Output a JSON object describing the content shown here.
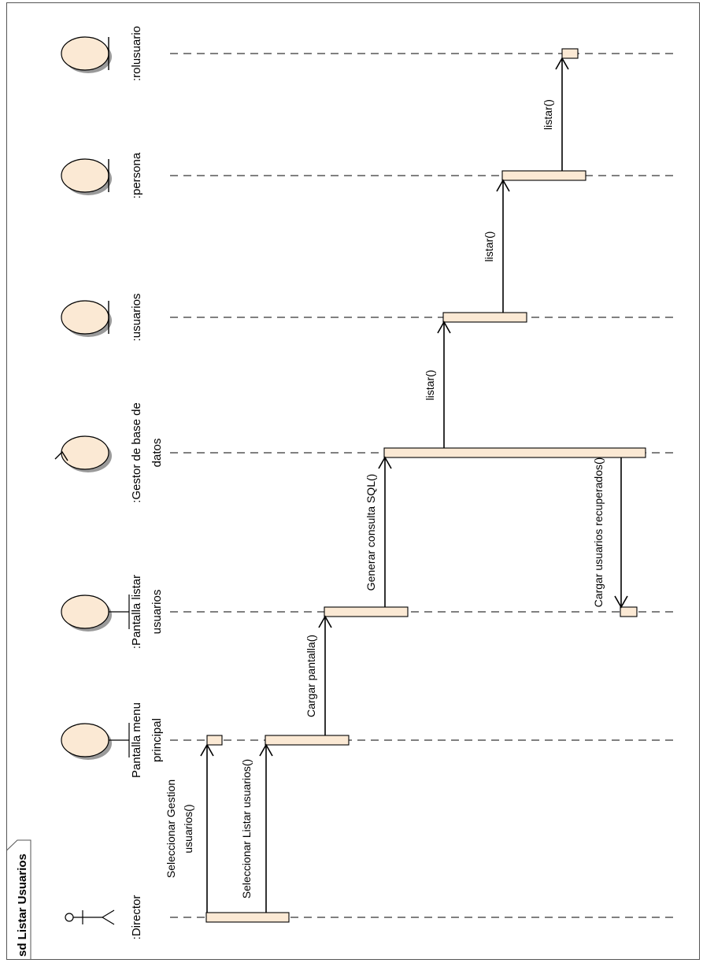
{
  "frame": {
    "title": "sd Listar Usuarios"
  },
  "lifelines": [
    {
      "id": "director",
      "kind": "actor",
      "label_lines": [
        ":Director"
      ]
    },
    {
      "id": "menu",
      "kind": "boundary",
      "label_lines": [
        "Pantalla menu",
        "principal"
      ]
    },
    {
      "id": "pantalla",
      "kind": "boundary",
      "label_lines": [
        ":Pantalla listar",
        "usuarios"
      ]
    },
    {
      "id": "gestor",
      "kind": "control",
      "label_lines": [
        ":Gestor de base de",
        "datos"
      ]
    },
    {
      "id": "usuarios",
      "kind": "entity",
      "label_lines": [
        ":usuarios"
      ]
    },
    {
      "id": "persona",
      "kind": "entity",
      "label_lines": [
        ":persona"
      ]
    },
    {
      "id": "rolusuario",
      "kind": "entity",
      "label_lines": [
        ":rolusuario"
      ]
    }
  ],
  "messages": [
    {
      "label_lines": [
        "Seleccionar Gestion",
        "usuarios()"
      ],
      "from": "director",
      "to": "menu"
    },
    {
      "label_lines": [
        "Seleccionar Listar usuarios()"
      ],
      "from": "director",
      "to": "menu"
    },
    {
      "label_lines": [
        "Cargar pantalla()"
      ],
      "from": "menu",
      "to": "pantalla"
    },
    {
      "label_lines": [
        "Generar consulta SQL()"
      ],
      "from": "pantalla",
      "to": "gestor"
    },
    {
      "label_lines": [
        "listar()"
      ],
      "from": "gestor",
      "to": "usuarios"
    },
    {
      "label_lines": [
        "listar()"
      ],
      "from": "usuarios",
      "to": "persona"
    },
    {
      "label_lines": [
        "listar()"
      ],
      "from": "persona",
      "to": "rolusuario"
    },
    {
      "label_lines": [
        "Cargar usuarios recuperados()"
      ],
      "from": "gestor",
      "to": "pantalla"
    }
  ]
}
